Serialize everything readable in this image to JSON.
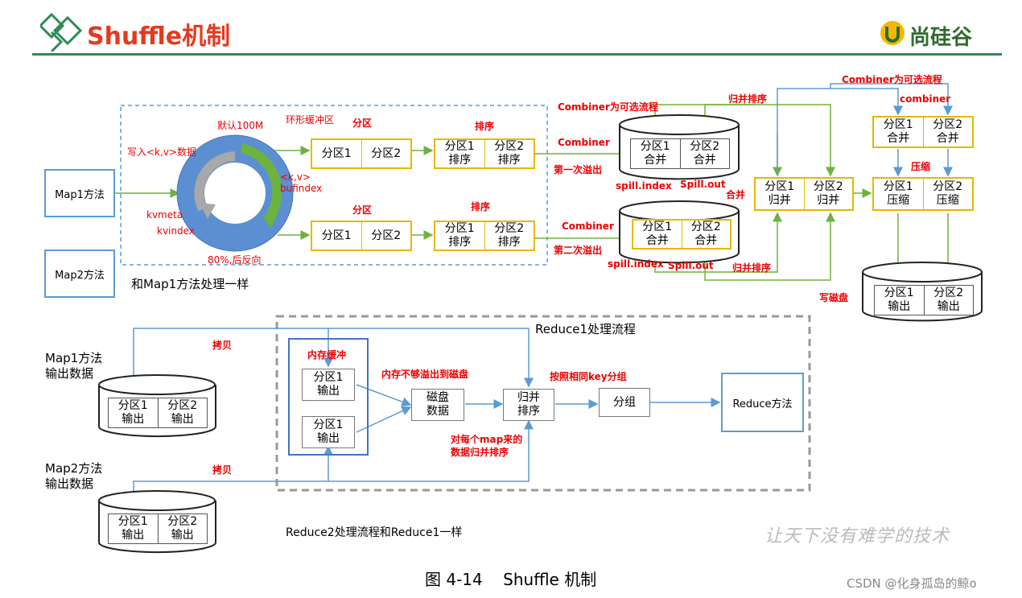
{
  "header": {
    "title": "Shuffle机制",
    "brand": "尚硅谷"
  },
  "map": {
    "map1": "Map1方法",
    "map2": "Map2方法",
    "map2_note": "和Map1方法处理一样",
    "write_kv": "写入<k,v>数据",
    "default_100m": "默认100M",
    "ring_buffer": "环形缓冲区",
    "kvmeta": "kvmeta",
    "kvindex": "kvindex",
    "kv_bufindex": "<k,v>\nbufindex",
    "reverse_80": "80%,后反向"
  },
  "labels": {
    "partition": "分区",
    "sort": "排序",
    "combiner_optional": "Combiner为可选流程",
    "combiner": "Combiner",
    "combiner_lower": "combiner",
    "first_spill": "第一次溢出",
    "second_spill": "第二次溢出",
    "spill_index": "spill.index",
    "spill_out": "Spill.out",
    "merge_sort": "归并排序",
    "merge": "合并",
    "compress": "压缩",
    "write_disk": "写磁盘"
  },
  "cells": {
    "p1": "分区1",
    "p2": "分区2",
    "p1_sort": "分区1\n排序",
    "p2_sort": "分区2\n排序",
    "p1_merge": "分区1\n合并",
    "p2_merge": "分区2\n合并",
    "p1_mergesort": "分区1\n归并",
    "p2_mergesort": "分区2\n归并",
    "p1_compress": "分区1\n压缩",
    "p2_compress": "分区2\n压缩",
    "p1_out": "分区1\n输出",
    "p2_out": "分区2\n输出"
  },
  "reduce": {
    "title": "Reduce1处理流程",
    "map1_out": "Map1方法\n输出数据",
    "map2_out": "Map2方法\n输出数据",
    "copy": "拷贝",
    "mem_buffer": "内存缓冲",
    "mem_spill": "内存不够溢出到磁盘",
    "disk_data": "磁盘\n数据",
    "merge_sort": "归并\n排序",
    "group_by_key": "按照相同key分组",
    "group": "分组",
    "reduce_method": "Reduce方法",
    "merge_each_map": "对每个map来的\n数据归并排序",
    "reduce2_note": "Reduce2处理流程和Reduce1一样"
  },
  "footer": {
    "slogan": "让天下没有难学的技术",
    "caption": "图 4-14    Shuffle 机制",
    "watermark": "CSDN @化身孤岛的鲸o"
  }
}
